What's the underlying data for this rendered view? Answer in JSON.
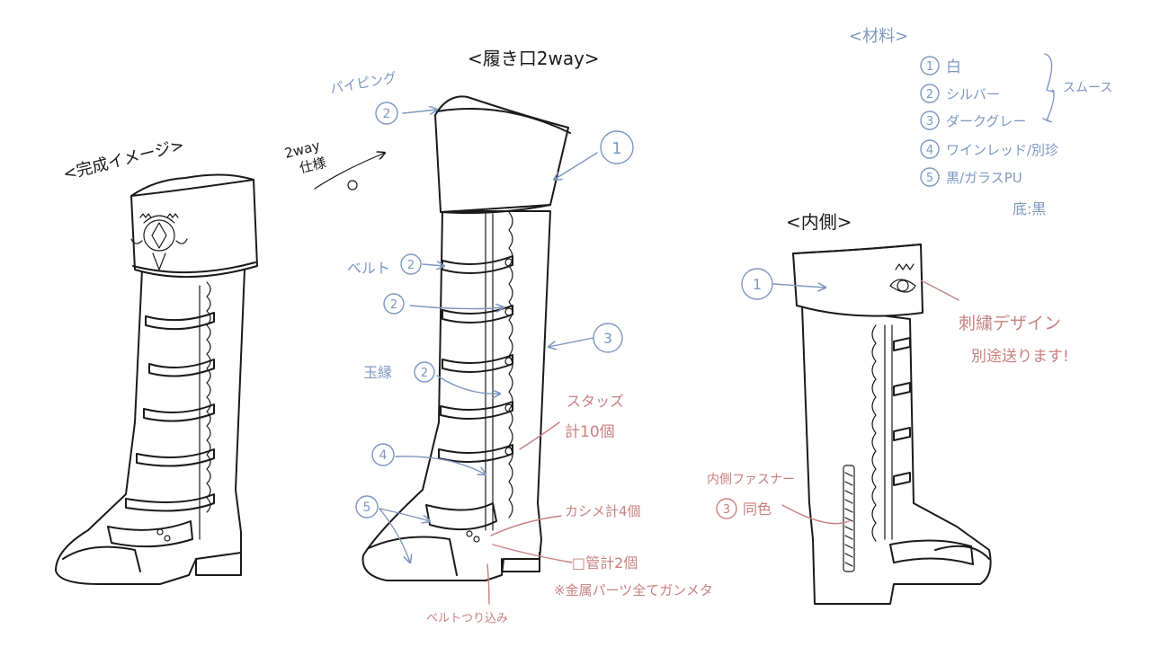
{
  "headings": {
    "finished_image": "<完成イメージ>",
    "two_way_opening": "<履き口2way>",
    "inner_side": "<内側>",
    "materials": "<材料>"
  },
  "two_way_note": "2way\n仕様",
  "materials": {
    "items": [
      {
        "num": "1",
        "name": "白"
      },
      {
        "num": "2",
        "name": "シルバー"
      },
      {
        "num": "3",
        "name": "ダークグレー"
      },
      {
        "num": "4",
        "name": "ワインレッド/別珍"
      },
      {
        "num": "5",
        "name": "黒/ガラスPU"
      }
    ],
    "group_label": "スムース",
    "sole": "底:黒"
  },
  "callouts_middle": {
    "piping": "パイピング",
    "piping_num": "2",
    "top_num": "1",
    "belt": "ベルト",
    "belt_num": "2",
    "num_2b": "2",
    "shaft_num": "3",
    "edge": "玉縁",
    "edge_num": "2",
    "panel_num": "4",
    "sole_num": "5",
    "studs": "スタッズ",
    "studs_count": "計10個",
    "grommets": "カシメ計4個",
    "tubes": "□管計2個",
    "metal_note": "※金属パーツ全てガンメタ",
    "belt_fixed": "ベルトつり込み"
  },
  "callouts_right": {
    "top_num": "1",
    "embroidery": "刺繍デザイン",
    "embroidery_sub": "別途送ります!",
    "zipper": "内側ファスナー",
    "zipper_num": "3",
    "zipper_color": "同色"
  },
  "colors": {
    "ink": "#1a1a1a",
    "blue_annotation": "#7e97c0",
    "red_annotation": "#c98080"
  }
}
